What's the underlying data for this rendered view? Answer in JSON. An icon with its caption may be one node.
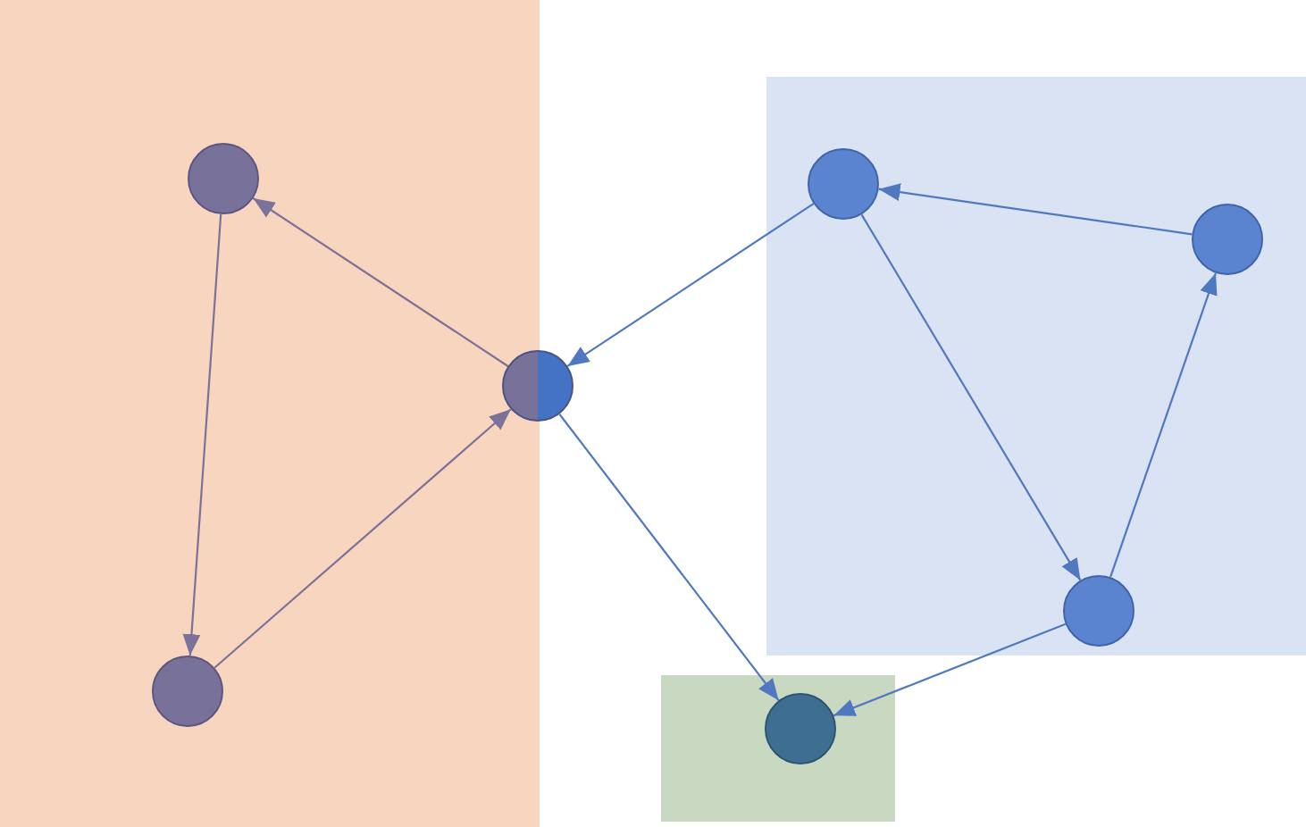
{
  "diagram": {
    "nodes": [
      {
        "text": [],
        "shape": "box"
      },
      {
        "text": [],
        "shape": "circle",
        "in": 0
      },
      {
        "text": [],
        "shape": "circle",
        "in": 0
      },
      {
        "text": [],
        "shape": "circle"
      },
      {
        "text": [],
        "shape": "box"
      },
      {
        "text": [],
        "shape": "circle",
        "in": 4
      },
      {
        "text": [],
        "shape": "circle",
        "in": 4
      },
      {
        "text": [],
        "shape": "circle",
        "in": 4
      },
      {
        "text": [],
        "shape": "box"
      },
      {
        "text": [],
        "shape": "circle",
        "in": 8
      }
    ],
    "edges": [
      {
        "from": 3,
        "to": 1,
        "arrow": "to",
        "color": "#7a7298"
      },
      {
        "from": 1,
        "to": 2,
        "arrow": "to",
        "color": "#7a7298"
      },
      {
        "from": 2,
        "to": 3,
        "arrow": "to",
        "color": "#7a7298"
      },
      {
        "from": 5,
        "to": 3,
        "arrow": "to"
      },
      {
        "from": 3,
        "to": 9,
        "arrow": "to"
      },
      {
        "from": 6,
        "to": 5,
        "arrow": "to"
      },
      {
        "from": 5,
        "to": 7,
        "arrow": "to"
      },
      {
        "from": 7,
        "to": 6,
        "arrow": "to"
      },
      {
        "from": 7,
        "to": 9,
        "arrow": "to"
      }
    ]
  }
}
